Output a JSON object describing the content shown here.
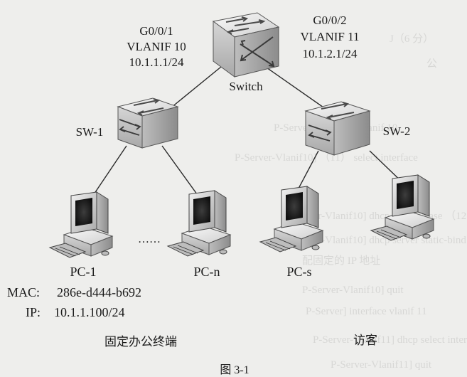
{
  "switch": {
    "label": "Switch",
    "port_left": {
      "port": "G0/0/1",
      "vlanif": "VLANIF 10",
      "ip": "10.1.1.1/24"
    },
    "port_right": {
      "port": "G0/0/2",
      "vlanif": "VLANIF 11",
      "ip": "10.1.2.1/24"
    }
  },
  "sw1": {
    "label": "SW-1"
  },
  "sw2": {
    "label": "SW-2"
  },
  "pcs": {
    "pc1": {
      "label": "PC-1",
      "mac_label": "MAC:",
      "mac_value": "286e-d444-b692",
      "ip_label": "IP:",
      "ip_value": "10.1.1.100/24"
    },
    "ellipsis": "……",
    "pcn": {
      "label": "PC-n"
    },
    "pcs": {
      "label": "PC-s"
    }
  },
  "groups": {
    "fixed_office": "固定办公终端",
    "visitor": "访客"
  },
  "figure_caption": "图 3-1"
}
